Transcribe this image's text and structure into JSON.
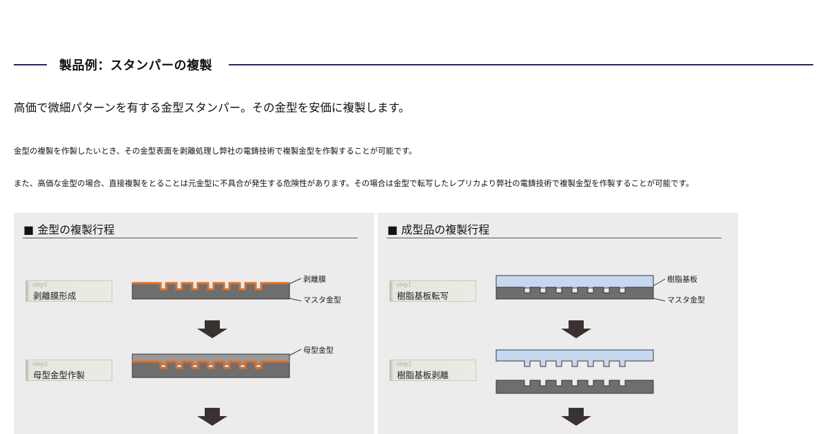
{
  "section": {
    "title": "製品例：スタンパーの複製"
  },
  "intro": "高価で微細パターンを有する金型スタンパー。その金型を安価に複製します。",
  "paragraphs": [
    "金型の複製を作製したいとき、その金型表面を剥離処理し弊社の電鋳技術で複製金型を作製することが可能です。",
    "また、高価な金型の場合、直接複製をとることは元金型に不具合が発生する危険性があります。その場合は金型で転写したレプリカより弊社の電鋳技術で複製金型を作製することが可能です。"
  ],
  "panels": [
    {
      "title": "■ 金型の複製行程",
      "steps": [
        {
          "num": "step1",
          "label": "剥離膜形成"
        },
        {
          "num": "step2",
          "label": "母型金型作製"
        }
      ],
      "labels": {
        "release_film": "剥離膜",
        "master": "マスタ金型",
        "mother": "母型金型"
      }
    },
    {
      "title": "■ 成型品の複製行程",
      "steps": [
        {
          "num": "step1",
          "label": "樹脂基板転写"
        },
        {
          "num": "step2",
          "label": "樹脂基板剥離"
        }
      ],
      "labels": {
        "resin": "樹脂基板",
        "master": "マスタ金型"
      }
    }
  ],
  "colors": {
    "accent": "#1f2466",
    "metal": "#6e6e6e",
    "film": "#e07020",
    "resin": "#c6d8f0",
    "mother": "#9a9a9a"
  }
}
